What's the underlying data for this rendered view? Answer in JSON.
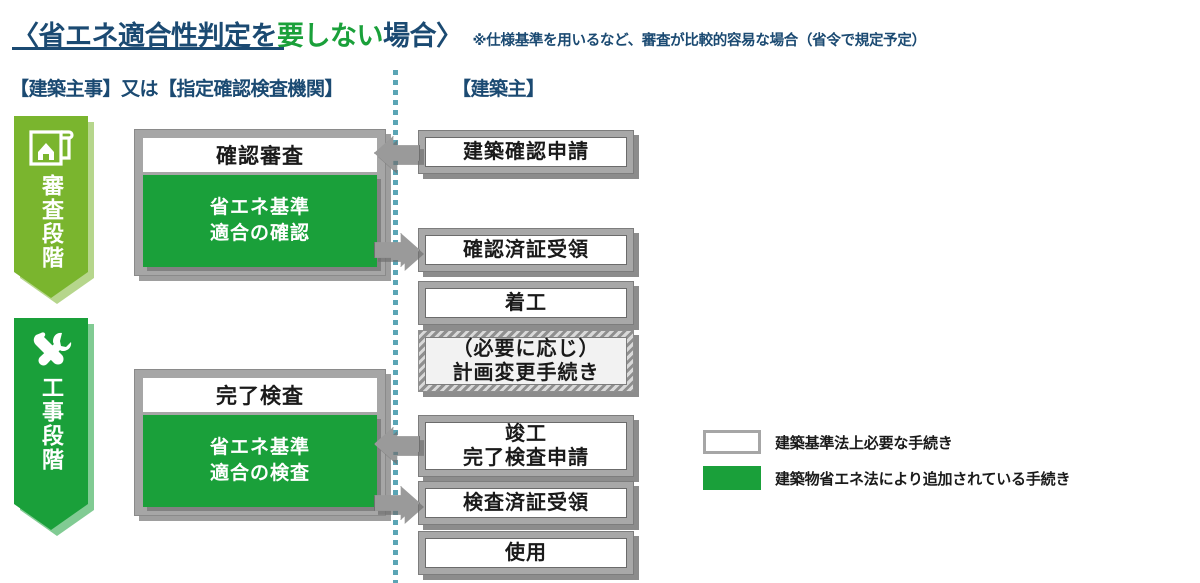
{
  "header": {
    "title_prefix": "〈省エネ適合性判定を",
    "title_highlight": "要しない",
    "title_suffix": "場合〉",
    "note": "※仕様基準を用いるなど、審査が比較的容易な場合（省令で規定予定）",
    "title_color": "#1b4a72",
    "highlight_color": "#1aa03a"
  },
  "columns": {
    "left_header": "【建築主事】又は【指定確認検査機関】",
    "right_header": "【建築主】"
  },
  "stages": [
    {
      "id": "review",
      "label": "審査段階",
      "icon": "blueprint-house-icon",
      "color": "#7ab52e"
    },
    {
      "id": "construction",
      "label": "工事段階",
      "icon": "wrench-hammer-icon",
      "color": "#1aa03a"
    }
  ],
  "authority_boxes": [
    {
      "id": "review",
      "header": "確認審査",
      "green_line1": "省エネ基準",
      "green_line2": "適合の確認"
    },
    {
      "id": "inspection",
      "header": "完了検査",
      "green_line1": "省エネ基準",
      "green_line2": "適合の検査"
    }
  ],
  "owner_boxes": [
    {
      "id": "apply",
      "line1": "建築確認申請",
      "line2": ""
    },
    {
      "id": "cert",
      "line1": "確認済証受領",
      "line2": ""
    },
    {
      "id": "start",
      "line1": "着工",
      "line2": ""
    },
    {
      "id": "change",
      "line1": "（必要に応じ）",
      "line2": "計画変更手続き"
    },
    {
      "id": "complete",
      "line1": "竣工",
      "line2": "完了検査申請"
    },
    {
      "id": "inspcert",
      "line1": "検査済証受領",
      "line2": ""
    },
    {
      "id": "use",
      "line1": "使用",
      "line2": ""
    }
  ],
  "arrows": [
    {
      "id": "apply-to-review",
      "direction": "left"
    },
    {
      "id": "review-to-cert",
      "direction": "right"
    },
    {
      "id": "complete-to-inspect",
      "direction": "left"
    },
    {
      "id": "inspect-to-inspcert",
      "direction": "right"
    }
  ],
  "legend": [
    {
      "id": "base-law",
      "swatch": "white",
      "text": "建築基準法上必要な手続き"
    },
    {
      "id": "energy-law",
      "swatch": "green",
      "text": "建築物省エネ法により追加されている手続き"
    }
  ]
}
